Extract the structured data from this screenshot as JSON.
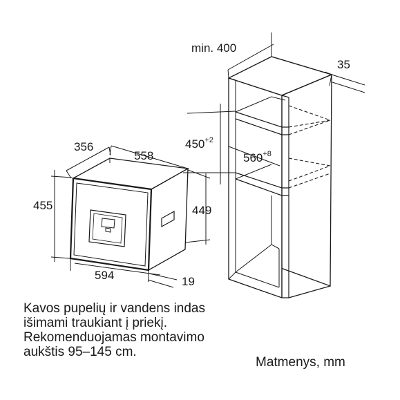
{
  "diagram": {
    "appliance": {
      "depth_label": "356",
      "width_top_label": "558",
      "height_left_label": "455",
      "height_right_label": "449",
      "width_bottom_label": "594",
      "front_thickness_label": "19"
    },
    "cabinet": {
      "depth_label": "min. 400",
      "side_label": "35",
      "niche_height_main": "450",
      "niche_height_sup": "+2",
      "niche_width_main": "560",
      "niche_width_sup": "+8"
    }
  },
  "notes": {
    "lines": [
      "Kavos pupelių ir vandens indas",
      "išimami traukiant į priekį.",
      "Rekomenduojamas montavimo",
      "aukštis 95–145 cm."
    ],
    "units_label": "Matmenys, mm"
  }
}
